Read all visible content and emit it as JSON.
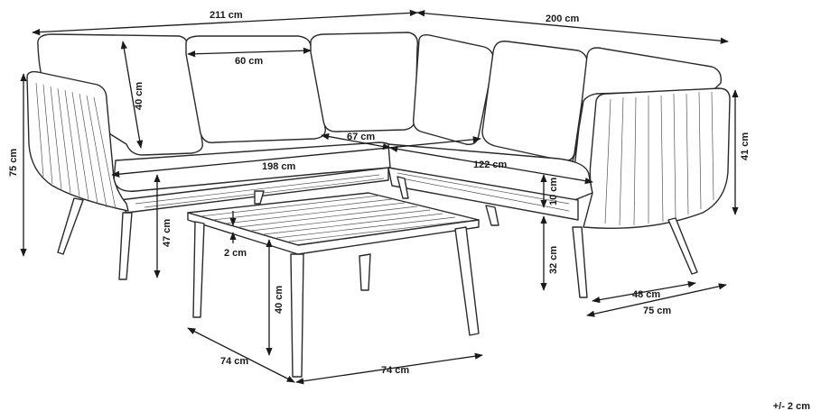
{
  "dimensions": {
    "overall_left_width": "211 cm",
    "overall_right_width": "200 cm",
    "cushion_width": "60 cm",
    "back_cushion_height": "40 cm",
    "seat_corner_depth": "67 cm",
    "left_seat_length": "198 cm",
    "right_seat_length": "122 cm",
    "total_height": "75 cm",
    "arm_height": "41 cm",
    "seat_height": "47 cm",
    "seat_thickness": "10 cm",
    "leg_height": "32 cm",
    "arm_depth": "48 cm",
    "side_depth": "75 cm",
    "table_top_thickness": "2 cm",
    "table_height": "40 cm",
    "table_depth": "74 cm",
    "table_width": "74 cm"
  },
  "tolerance": "+/- 2 cm",
  "colors": {
    "line": "#2a2a2a",
    "background": "#ffffff"
  }
}
